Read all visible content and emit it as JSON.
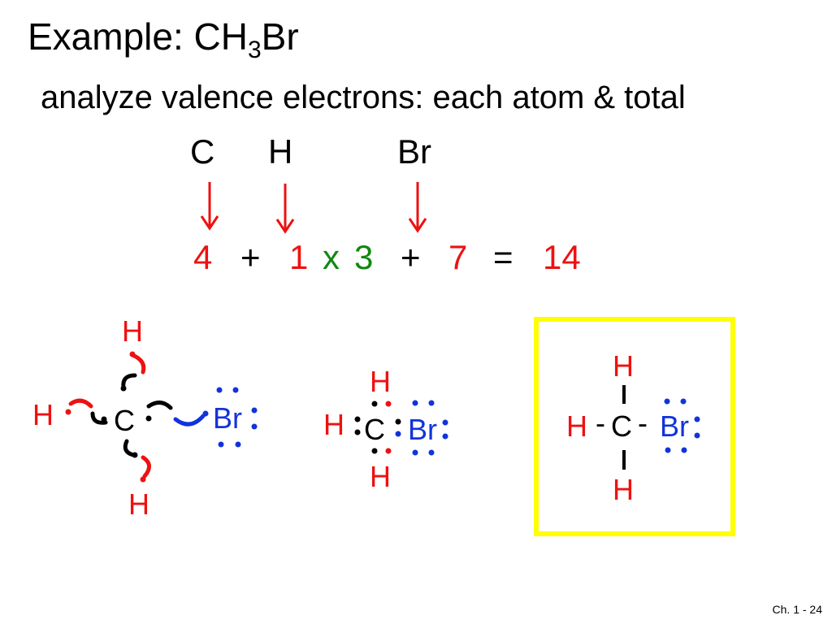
{
  "title": {
    "main": "Example:  CH",
    "subscript": "3",
    "tail": "Br"
  },
  "subtitle": "analyze valence electrons: each atom & total",
  "atoms_header": {
    "c": "C",
    "h": "H",
    "br": "Br"
  },
  "equation": {
    "c_val": "4",
    "plus1": "+",
    "h_val": "1",
    "times": "x",
    "h_count": "3",
    "plus2": "+",
    "br_val": "7",
    "equals": "=",
    "total": "14"
  },
  "structure1": {
    "h_top": "H",
    "h_left": "H",
    "c": "C",
    "br": "Br",
    "h_bottom": "H"
  },
  "structure2": {
    "h_top": "H",
    "h_left": "H",
    "c": "C",
    "br": "Br",
    "h_bottom": "H"
  },
  "structure3": {
    "h_top": "H",
    "h_left": "H",
    "bond_left": "-",
    "c": "C",
    "bond_right": "-",
    "br": "Br",
    "h_bottom": "H"
  },
  "footer": "Ch. 1 - 24",
  "colors": {
    "red": "#ee1111",
    "blue": "#1133dd",
    "green": "#118811",
    "yellow": "#ffff00",
    "black": "#000000"
  }
}
